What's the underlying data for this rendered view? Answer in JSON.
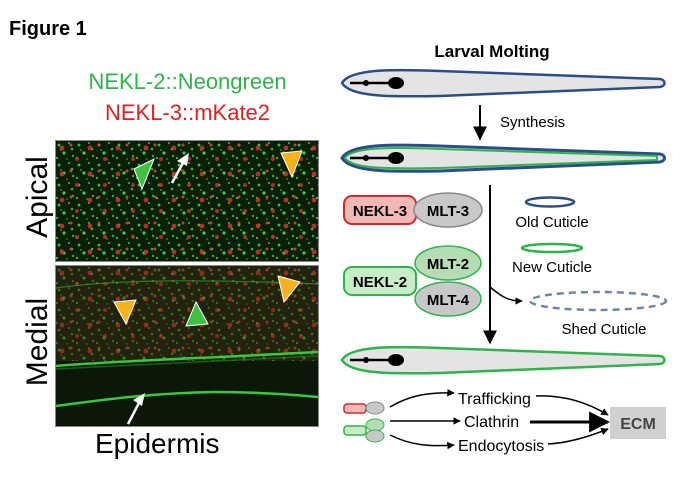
{
  "figure_title": "Figure 1",
  "micro": {
    "channel_green": "NEKL-2::Neongreen",
    "channel_red": "NEKL-3::mKate2",
    "label_apical": "Apical",
    "label_medial": "Medial",
    "label_bottom": "Epidermis"
  },
  "diagram": {
    "title": "Larval Molting",
    "step_synthesis": "Synthesis",
    "protein_nekl3": "NEKL-3",
    "protein_mlt3": "MLT-3",
    "protein_nekl2": "NEKL-2",
    "protein_mlt2": "MLT-2",
    "protein_mlt4": "MLT-4",
    "legend_old": "Old Cuticle",
    "legend_new": "New Cuticle",
    "legend_shed": "Shed Cuticle",
    "path_trafficking": "Trafficking",
    "path_clathrin": "Clathrin",
    "path_endocytosis": "Endocytosis",
    "target_ecm": "ECM"
  },
  "colors": {
    "green": "#2fb34a",
    "red": "#e02020",
    "old_cuticle": "#2a4e8a",
    "shed_cuticle": "#6e86a8"
  }
}
